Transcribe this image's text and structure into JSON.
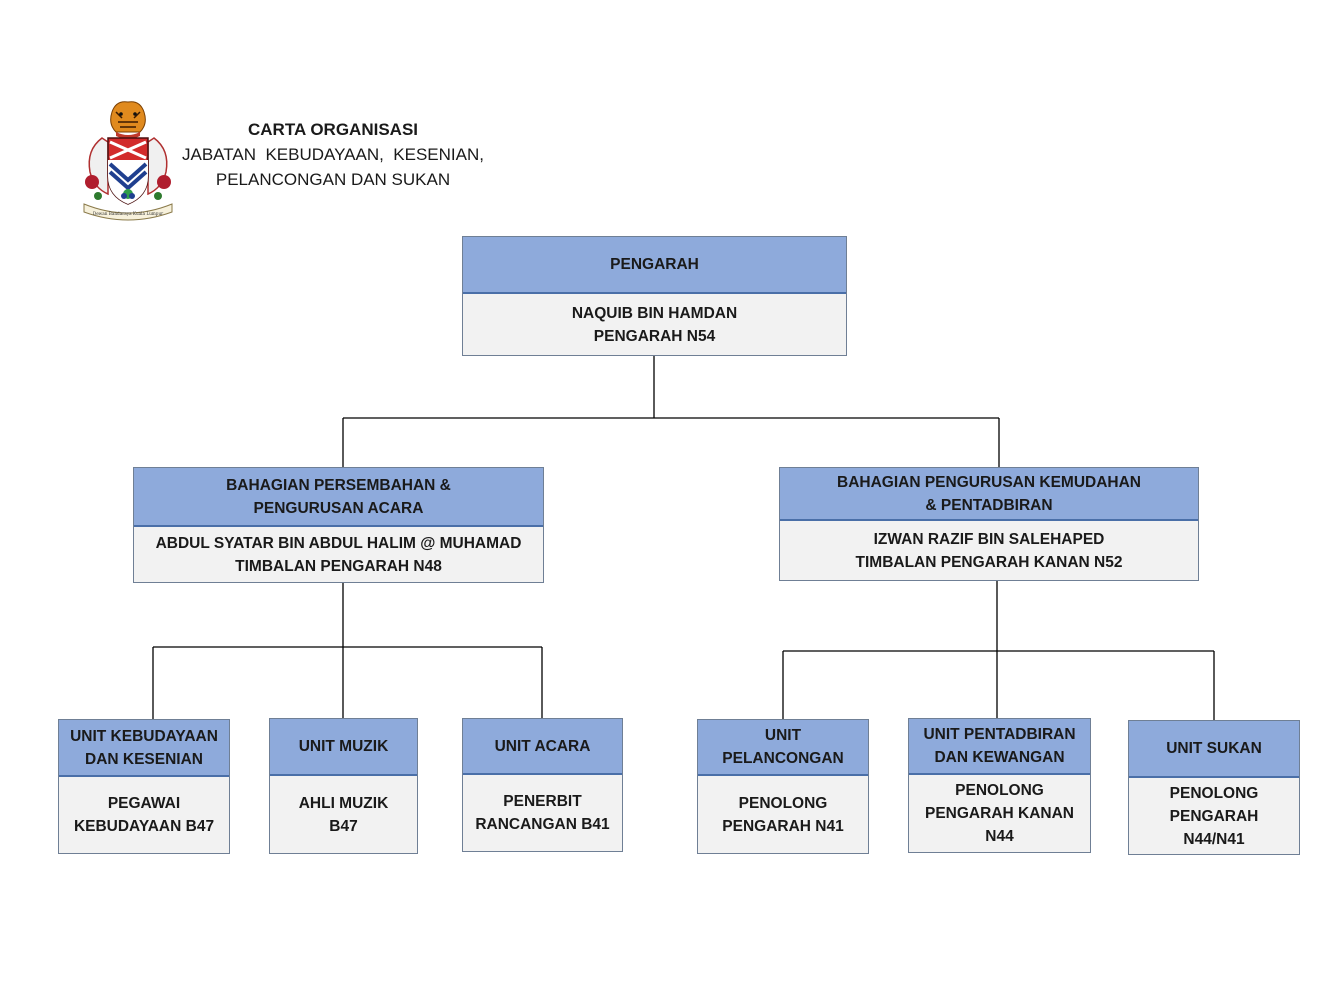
{
  "header": {
    "title": "CARTA ORGANISASI",
    "subtitle_line1": "JABATAN  KEBUDAYAAN,  KESENIAN,",
    "subtitle_line2": "PELANCONGAN DAN SUKAN",
    "logo_text": "Dewan Bandaraya Kuala Lumpur"
  },
  "colors": {
    "header_fill": "#8eaadb",
    "body_fill": "#f2f2f2",
    "line": "#000000"
  },
  "nodes": {
    "director": {
      "title": "PENGARAH",
      "body": "NAQUIB BIN HAMDAN\nPENGARAH N54"
    },
    "div_left": {
      "title": "BAHAGIAN PERSEMBAHAN &\nPENGURUSAN ACARA",
      "body": "ABDUL SYATAR BIN ABDUL HALIM @ MUHAMAD\nTIMBALAN PENGARAH N48"
    },
    "div_right": {
      "title": "BAHAGIAN PENGURUSAN KEMUDAHAN\n& PENTADBIRAN",
      "body": "IZWAN RAZIF BIN SALEHAPED\nTIMBALAN PENGARAH KANAN N52"
    },
    "unit_kebudayaan": {
      "title": "UNIT KEBUDAYAAN\nDAN KESENIAN",
      "body": "PEGAWAI\nKEBUDAYAAN B47"
    },
    "unit_muzik": {
      "title": "UNIT MUZIK",
      "body": "AHLI MUZIK\nB47"
    },
    "unit_acara": {
      "title": "UNIT ACARA",
      "body": "PENERBIT\nRANCANGAN B41"
    },
    "unit_pelancongan": {
      "title": "UNIT\nPELANCONGAN",
      "body": "PENOLONG\nPENGARAH N41"
    },
    "unit_pentadbiran": {
      "title": "UNIT PENTADBIRAN\nDAN KEWANGAN",
      "body": "PENOLONG\nPENGARAH KANAN\nN44"
    },
    "unit_sukan": {
      "title": "UNIT SUKAN",
      "body": "PENOLONG\nPENGARAH\nN44/N41"
    }
  }
}
